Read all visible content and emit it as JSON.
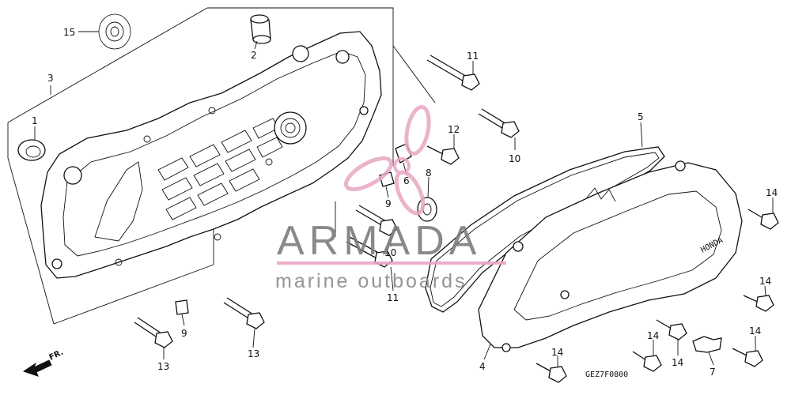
{
  "diagram": {
    "callouts": [
      {
        "id": "15",
        "text": "15"
      },
      {
        "id": "2",
        "text": "2"
      },
      {
        "id": "3",
        "text": "3"
      },
      {
        "id": "1",
        "text": "1"
      },
      {
        "id": "11a",
        "text": "11"
      },
      {
        "id": "12",
        "text": "12"
      },
      {
        "id": "10a",
        "text": "10"
      },
      {
        "id": "5",
        "text": "5"
      },
      {
        "id": "6",
        "text": "6"
      },
      {
        "id": "8",
        "text": "8"
      },
      {
        "id": "9a",
        "text": "9"
      },
      {
        "id": "14a",
        "text": "14"
      },
      {
        "id": "10b",
        "text": "10"
      },
      {
        "id": "11b",
        "text": "11"
      },
      {
        "id": "14b",
        "text": "14"
      },
      {
        "id": "9b",
        "text": "9"
      },
      {
        "id": "13a",
        "text": "13"
      },
      {
        "id": "13b",
        "text": "13"
      },
      {
        "id": "14c",
        "text": "14"
      },
      {
        "id": "14d",
        "text": "14"
      },
      {
        "id": "14e",
        "text": "14"
      },
      {
        "id": "14f",
        "text": "14"
      },
      {
        "id": "4",
        "text": "4"
      },
      {
        "id": "7",
        "text": "7"
      }
    ],
    "direction_marker": "FR.",
    "diagram_code": "GEZ7F0800",
    "cover_brand": "HONDA"
  },
  "watermark": {
    "title": "ARMADA",
    "subtitle": "marine outboards",
    "accent_color": "#e8a6c4",
    "text_color": "#7d7d7d"
  }
}
